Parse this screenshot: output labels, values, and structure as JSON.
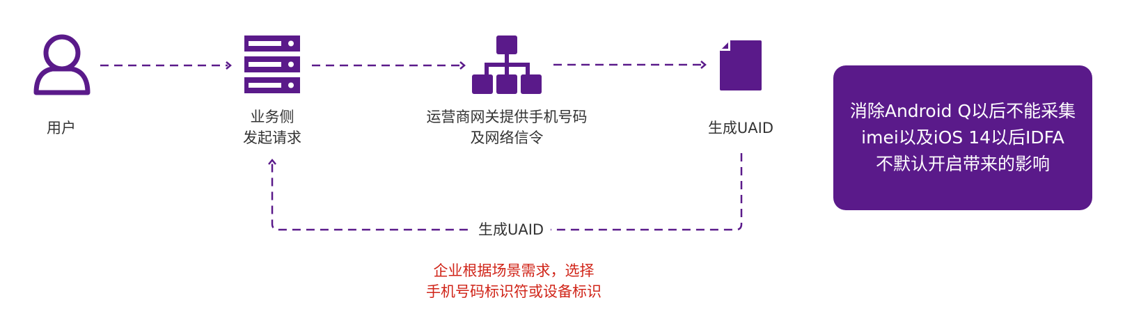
{
  "nodes": {
    "user": {
      "label": "用户",
      "icon": "user-icon"
    },
    "business": {
      "line1": "业务侧",
      "line2": "发起请求",
      "icon": "server-icon"
    },
    "gateway": {
      "line1": "运营商网关提供手机号码",
      "line2": "及网络信令",
      "icon": "network-icon"
    },
    "uaid": {
      "label": "生成UAID",
      "icon": "document-icon"
    }
  },
  "loop": {
    "label": "生成UAID"
  },
  "note": {
    "line1": "企业根据场景需求，选择",
    "line2": "手机号码标识符或设备标识"
  },
  "callout": {
    "line1": "消除Android Q以后不能采集",
    "line2": "imei以及iOS 14以后IDFA",
    "line3": "不默认开启带来的影响"
  },
  "colors": {
    "accent": "#5a1a8a",
    "note": "#d02418",
    "text": "#333333"
  }
}
